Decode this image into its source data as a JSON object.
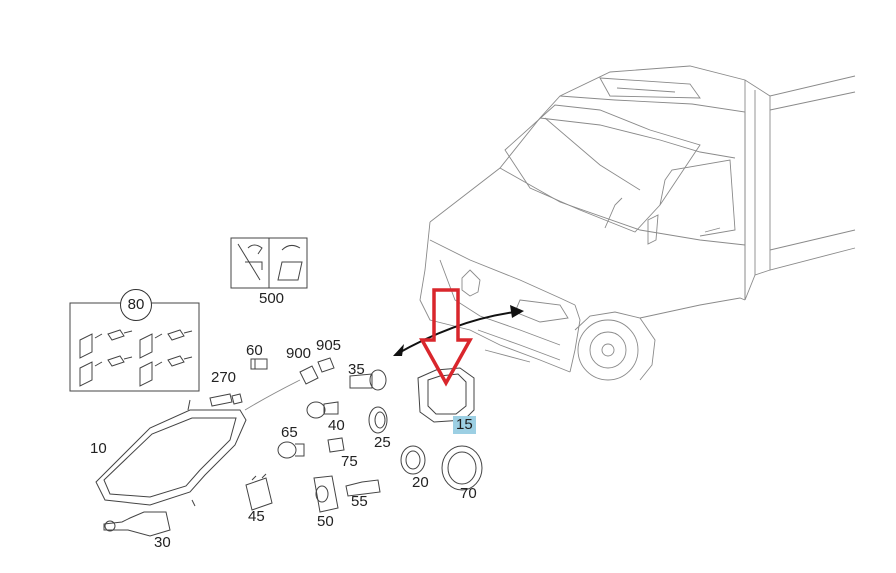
{
  "labels": {
    "p10": "10",
    "p15": "15",
    "p20": "20",
    "p25": "25",
    "p30": "30",
    "p35": "35",
    "p40": "40",
    "p45": "45",
    "p50": "50",
    "p55": "55",
    "p60": "60",
    "p65": "65",
    "p70": "70",
    "p75": "75",
    "p80": "80",
    "p270": "270",
    "p500": "500",
    "p900": "900",
    "p905": "905"
  },
  "highlight": {
    "part": "15",
    "color": "#9ccfe3"
  },
  "arrow": {
    "color": "#d9262c",
    "points_to": "15"
  }
}
